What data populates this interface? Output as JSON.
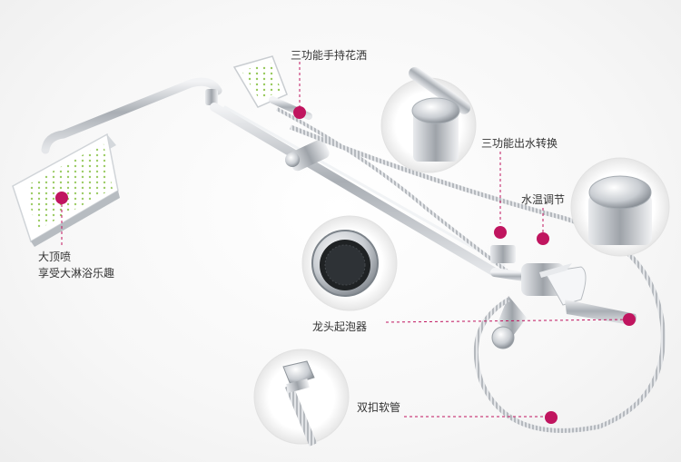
{
  "callouts": {
    "handheld": "三功能手持花洒",
    "switch": "三功能出水转换",
    "temperature": "水温调节",
    "top_shower_line1": "大顶喷",
    "top_shower_line2": "享受大淋浴乐趣",
    "aerator": "龙头起泡器",
    "hose": "双扣软管"
  },
  "colors": {
    "accent": "#c0155f",
    "chrome": "#c8ccd0",
    "nozzle": "#8bc34a"
  }
}
